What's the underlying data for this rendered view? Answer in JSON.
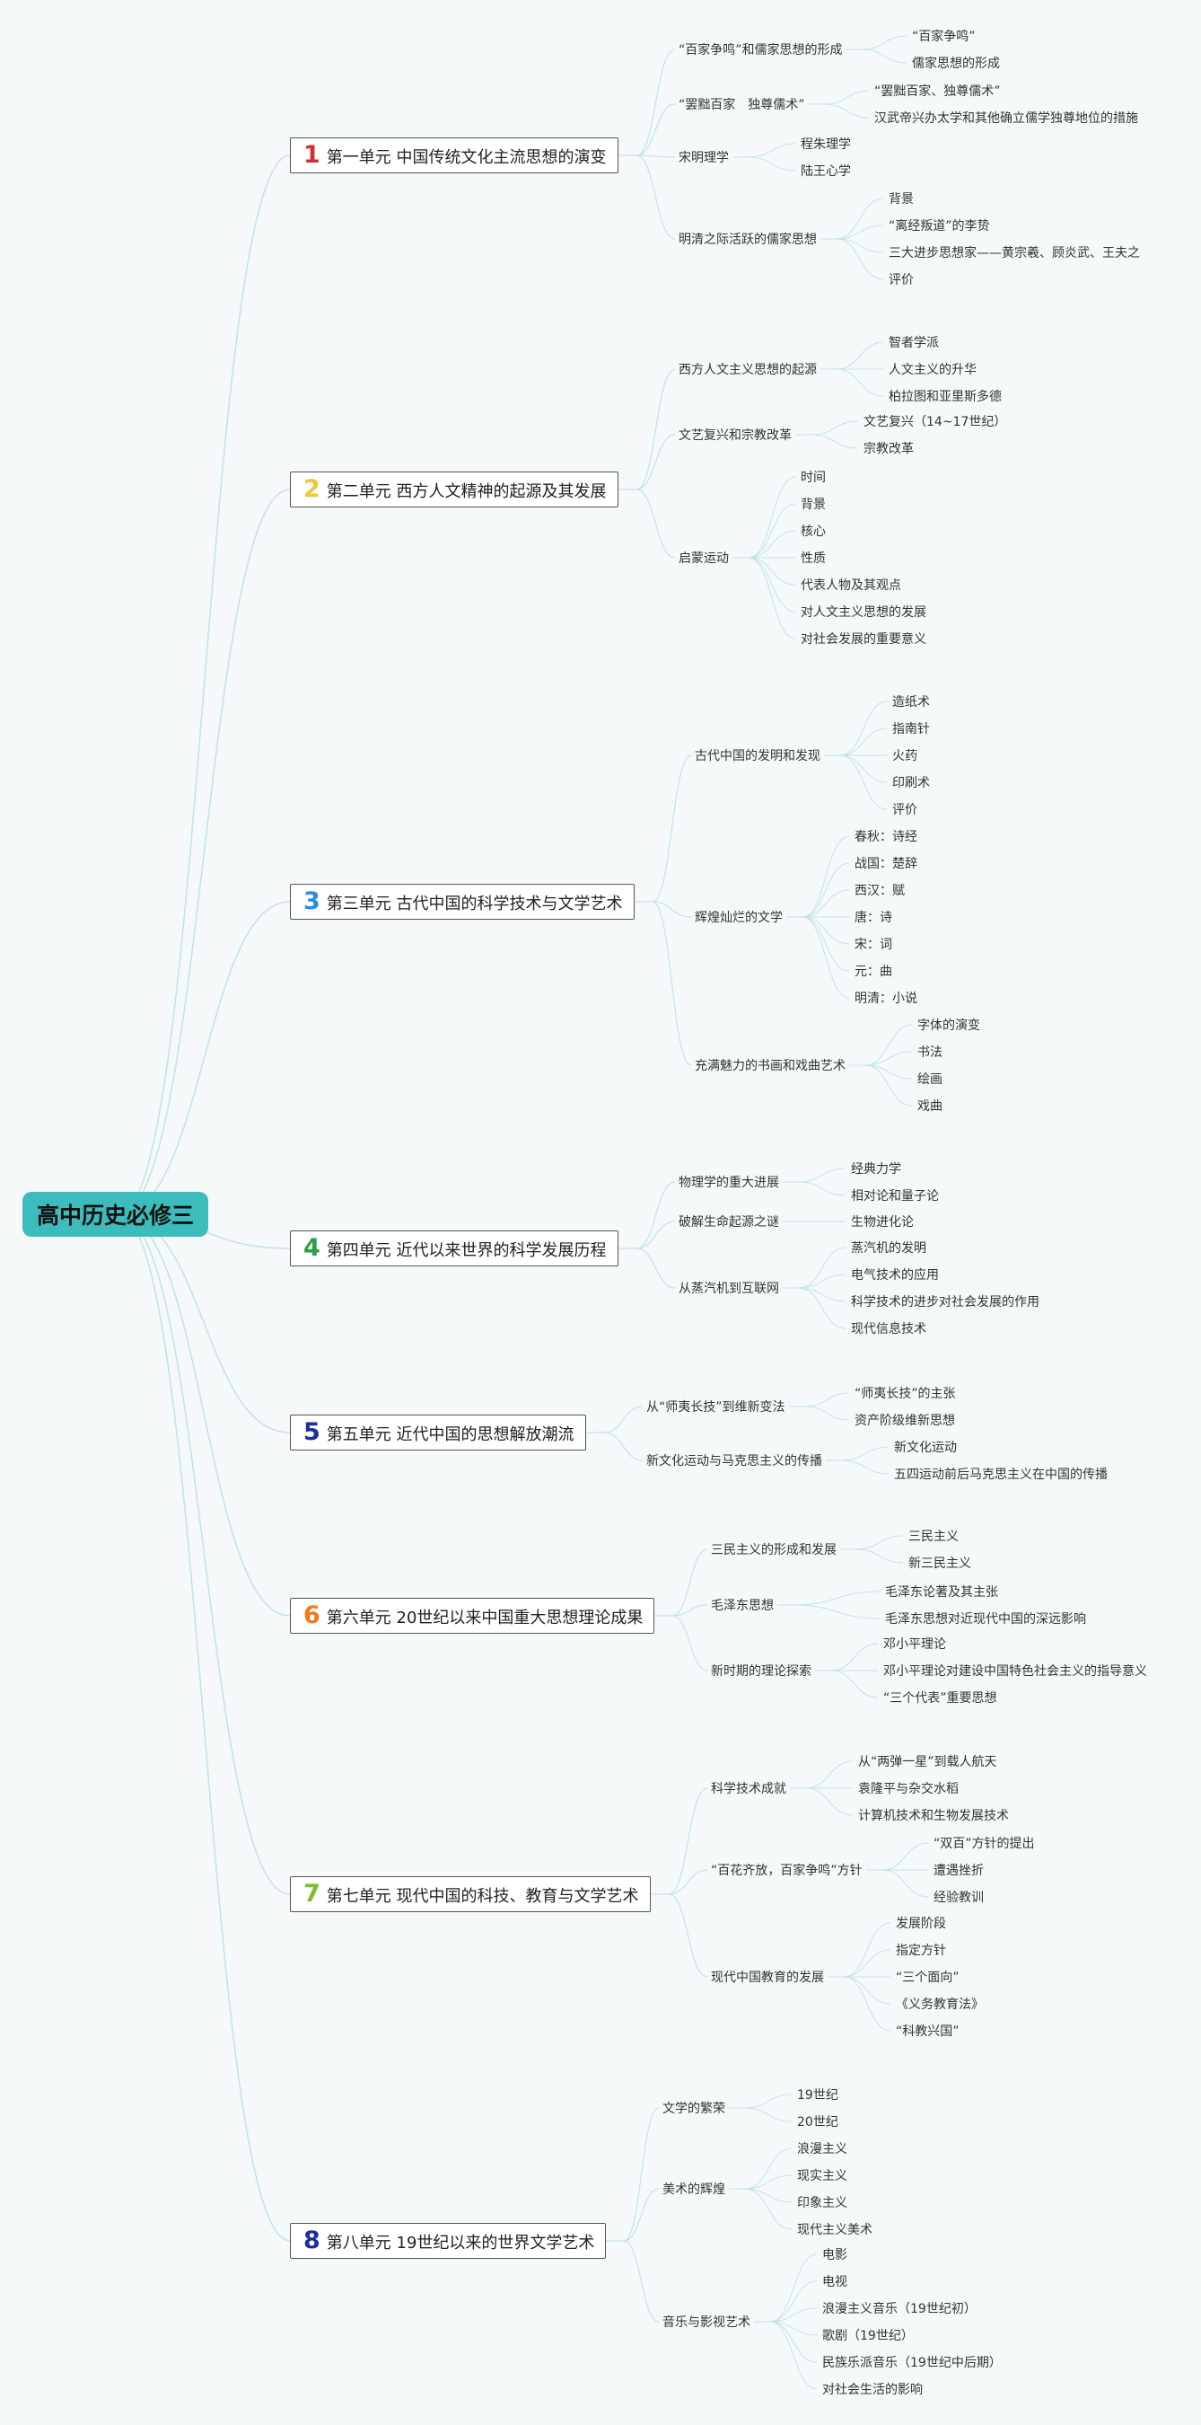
{
  "root": "高中历史必修三",
  "colors": {
    "line": "#c3e4e6",
    "root_fill": "#3cbcbc"
  },
  "units": [
    {
      "num": "1",
      "color": "#d32f2f",
      "title": "第一单元 中国传统文化主流思想的演变",
      "topics": [
        {
          "label": "“百家争鸣”和儒家思想的形成",
          "leaves": [
            "“百家争鸣”",
            "儒家思想的形成"
          ]
        },
        {
          "label": "“罢黜百家　独尊儒术”",
          "leaves": [
            "“罢黜百家、独尊儒术”",
            "汉武帝兴办太学和其他确立儒学独尊地位的措施"
          ]
        },
        {
          "label": "宋明理学",
          "leaves": [
            "程朱理学",
            "陆王心学"
          ]
        },
        {
          "label": "明清之际活跃的儒家思想",
          "leaves": [
            "背景",
            "“离经叛道”的李贽",
            "三大进步思想家——黄宗羲、顾炎武、王夫之",
            "评价"
          ]
        }
      ]
    },
    {
      "num": "2",
      "color": "#f2c53d",
      "title": "第二单元 西方人文精神的起源及其发展",
      "topics": [
        {
          "label": "西方人文主义思想的起源",
          "leaves": [
            "智者学派",
            "人文主义的升华",
            "柏拉图和亚里斯多德"
          ]
        },
        {
          "label": "文艺复兴和宗教改革",
          "leaves": [
            "文艺复兴（14~17世纪）",
            "宗教改革"
          ]
        },
        {
          "label": "启蒙运动",
          "leaves": [
            "时间",
            "背景",
            "核心",
            "性质",
            "代表人物及其观点",
            "对人文主义思想的发展",
            "对社会发展的重要意义"
          ]
        }
      ]
    },
    {
      "num": "3",
      "color": "#2b90d9",
      "title": "第三单元 古代中国的科学技术与文学艺术",
      "topics": [
        {
          "label": "古代中国的发明和发现",
          "leaves": [
            "造纸术",
            "指南针",
            "火药",
            "印刷术",
            "评价"
          ]
        },
        {
          "label": "辉煌灿烂的文学",
          "leaves": [
            "春秋：诗经",
            "战国：楚辞",
            "西汉：赋",
            "唐：诗",
            "宋：词",
            "元：曲",
            "明清：小说"
          ]
        },
        {
          "label": "充满魅力的书画和戏曲艺术",
          "leaves": [
            "字体的演变",
            "书法",
            "绘画",
            "戏曲"
          ]
        }
      ]
    },
    {
      "num": "4",
      "color": "#2e9e3e",
      "title": "第四单元 近代以来世界的科学发展历程",
      "topics": [
        {
          "label": "物理学的重大进展",
          "leaves": [
            "经典力学",
            "相对论和量子论"
          ]
        },
        {
          "label": "破解生命起源之谜",
          "leaves": [
            "生物进化论"
          ]
        },
        {
          "label": "从蒸汽机到互联网",
          "leaves": [
            "蒸汽机的发明",
            "电气技术的应用",
            "科学技术的进步对社会发展的作用",
            "现代信息技术"
          ]
        }
      ]
    },
    {
      "num": "5",
      "color": "#1c2f9c",
      "title": "第五单元 近代中国的思想解放潮流",
      "topics": [
        {
          "label": "从“师夷长技”到维新变法",
          "leaves": [
            "“师夷长技”的主张",
            "资产阶级维新思想"
          ]
        },
        {
          "label": "新文化运动与马克思主义的传播",
          "leaves": [
            "新文化运动",
            "五四运动前后马克思主义在中国的传播"
          ]
        }
      ]
    },
    {
      "num": "6",
      "color": "#f07a1c",
      "title": "第六单元 20世纪以来中国重大思想理论成果",
      "topics": [
        {
          "label": "三民主义的形成和发展",
          "leaves": [
            "三民主义",
            "新三民主义"
          ]
        },
        {
          "label": "毛泽东思想",
          "leaves": [
            "毛泽东论著及其主张",
            "毛泽东思想对近现代中国的深远影响"
          ]
        },
        {
          "label": "新时期的理论探索",
          "leaves": [
            "邓小平理论",
            "邓小平理论对建设中国特色社会主义的指导意义",
            "“三个代表”重要思想"
          ]
        }
      ]
    },
    {
      "num": "7",
      "color": "#7cbd2a",
      "title": "第七单元 现代中国的科技、教育与文学艺术",
      "topics": [
        {
          "label": "科学技术成就",
          "leaves": [
            "从“两弹一星”到载人航天",
            "袁隆平与杂交水稻",
            "计算机技术和生物发展技术"
          ]
        },
        {
          "label": "“百花齐放，百家争鸣”方针",
          "leaves": [
            "“双百”方针的提出",
            "遭遇挫折",
            "经验教训"
          ]
        },
        {
          "label": "现代中国教育的发展",
          "leaves": [
            "发展阶段",
            "指定方针",
            "“三个面向”",
            "《义务教育法》",
            "“科教兴国”"
          ]
        }
      ]
    },
    {
      "num": "8",
      "color": "#1c2f9c",
      "title": "第八单元 19世纪以来的世界文学艺术",
      "topics": [
        {
          "label": "文学的繁荣",
          "leaves": [
            "19世纪",
            "20世纪"
          ]
        },
        {
          "label": "美术的辉煌",
          "leaves": [
            "浪漫主义",
            "现实主义",
            "印象主义",
            "现代主义美术"
          ]
        },
        {
          "label": "音乐与影视艺术",
          "leaves": [
            "电影",
            "电视",
            "浪漫主义音乐（19世纪初）",
            "歌剧（19世纪）",
            "民族乐派音乐（19世纪中后期）",
            "对社会生活的影响"
          ]
        }
      ]
    }
  ]
}
